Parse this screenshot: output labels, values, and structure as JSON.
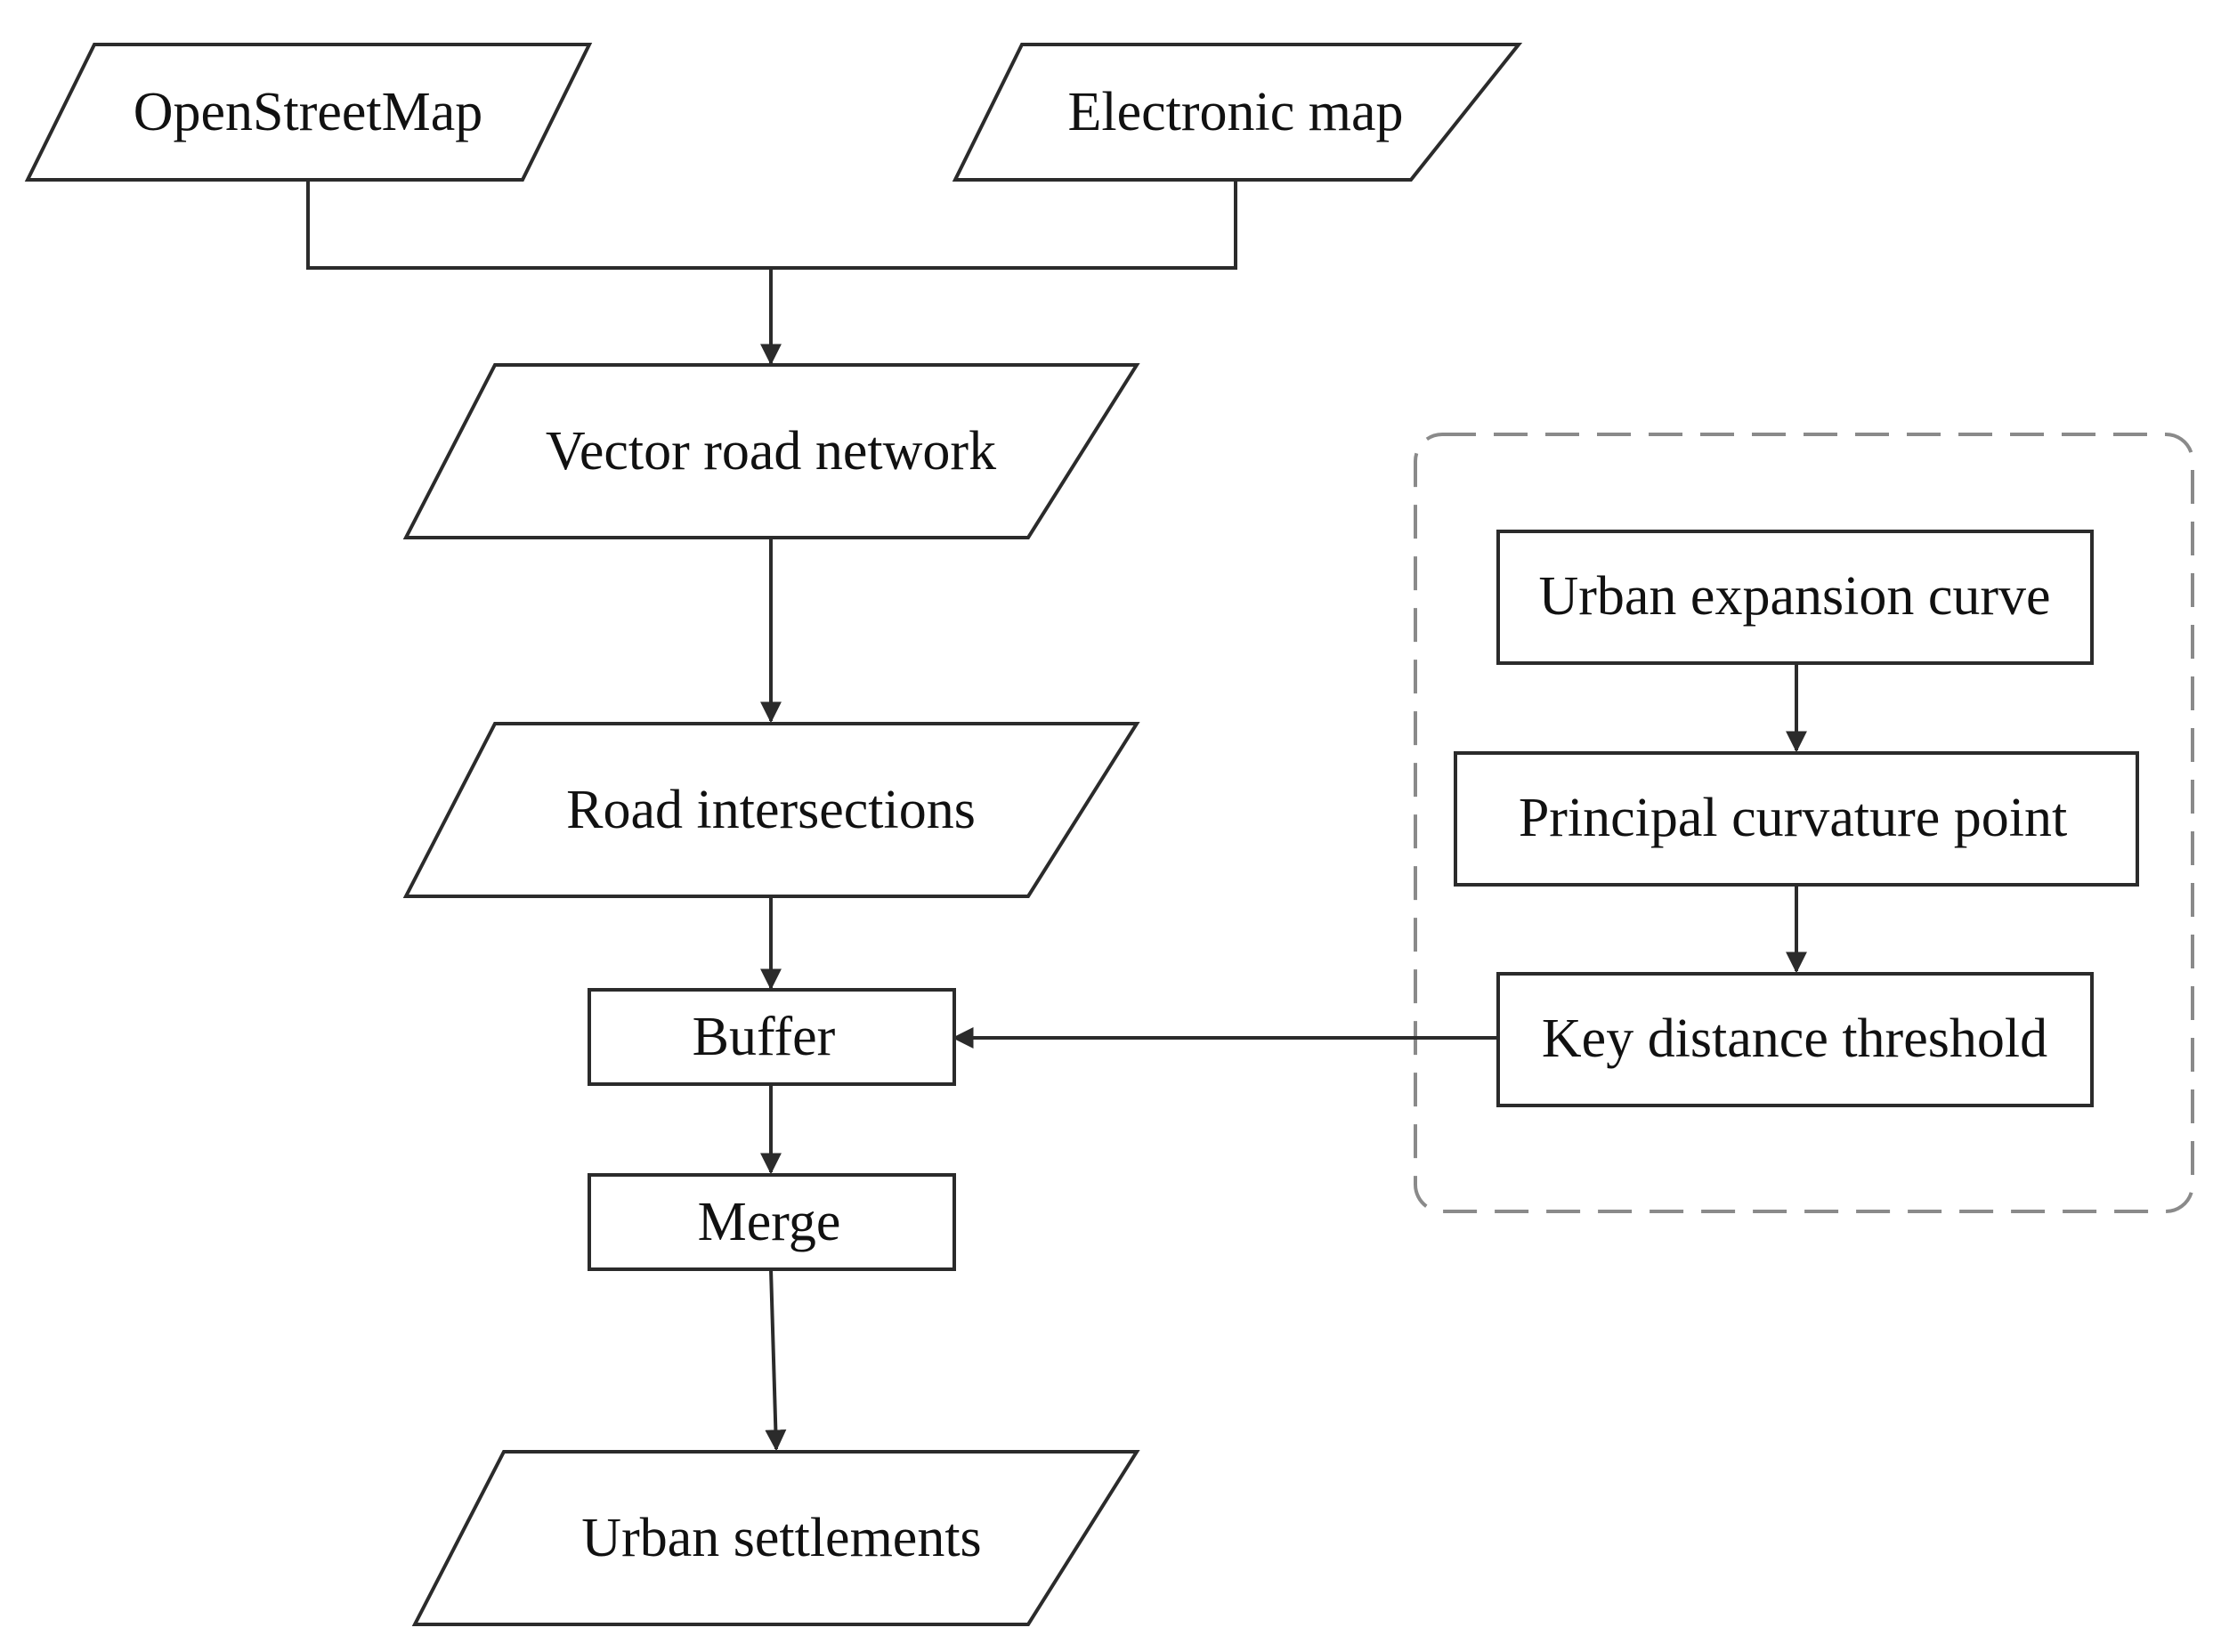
{
  "nodes": {
    "openstreetmap": {
      "label": "OpenStreetMap",
      "shape": "parallelogram"
    },
    "electronic_map": {
      "label": "Electronic map",
      "shape": "parallelogram"
    },
    "vector_road_network": {
      "label": "Vector road network",
      "shape": "parallelogram"
    },
    "road_intersections": {
      "label": "Road intersections",
      "shape": "parallelogram"
    },
    "buffer": {
      "label": "Buffer",
      "shape": "rectangle"
    },
    "merge": {
      "label": "Merge",
      "shape": "rectangle"
    },
    "urban_settlements": {
      "label": "Urban settlements",
      "shape": "parallelogram"
    },
    "urban_expansion_curve": {
      "label": "Urban expansion curve",
      "shape": "rectangle"
    },
    "principal_curvature_point": {
      "label": "Principal curvature point",
      "shape": "rectangle"
    },
    "key_distance_threshold": {
      "label": "Key distance threshold",
      "shape": "rectangle"
    }
  },
  "edges": [
    {
      "from": "openstreetmap",
      "to": "vector_road_network"
    },
    {
      "from": "electronic_map",
      "to": "vector_road_network"
    },
    {
      "from": "vector_road_network",
      "to": "road_intersections"
    },
    {
      "from": "road_intersections",
      "to": "buffer"
    },
    {
      "from": "buffer",
      "to": "merge"
    },
    {
      "from": "merge",
      "to": "urban_settlements"
    },
    {
      "from": "urban_expansion_curve",
      "to": "principal_curvature_point"
    },
    {
      "from": "principal_curvature_point",
      "to": "key_distance_threshold"
    },
    {
      "from": "key_distance_threshold",
      "to": "buffer"
    }
  ],
  "groups": [
    {
      "style": "dashed",
      "members": [
        "urban_expansion_curve",
        "principal_curvature_point",
        "key_distance_threshold"
      ]
    }
  ],
  "colors": {
    "stroke": "#2b2b2b",
    "group_border": "#8a8a8a",
    "background": "#ffffff",
    "text": "#111111"
  }
}
